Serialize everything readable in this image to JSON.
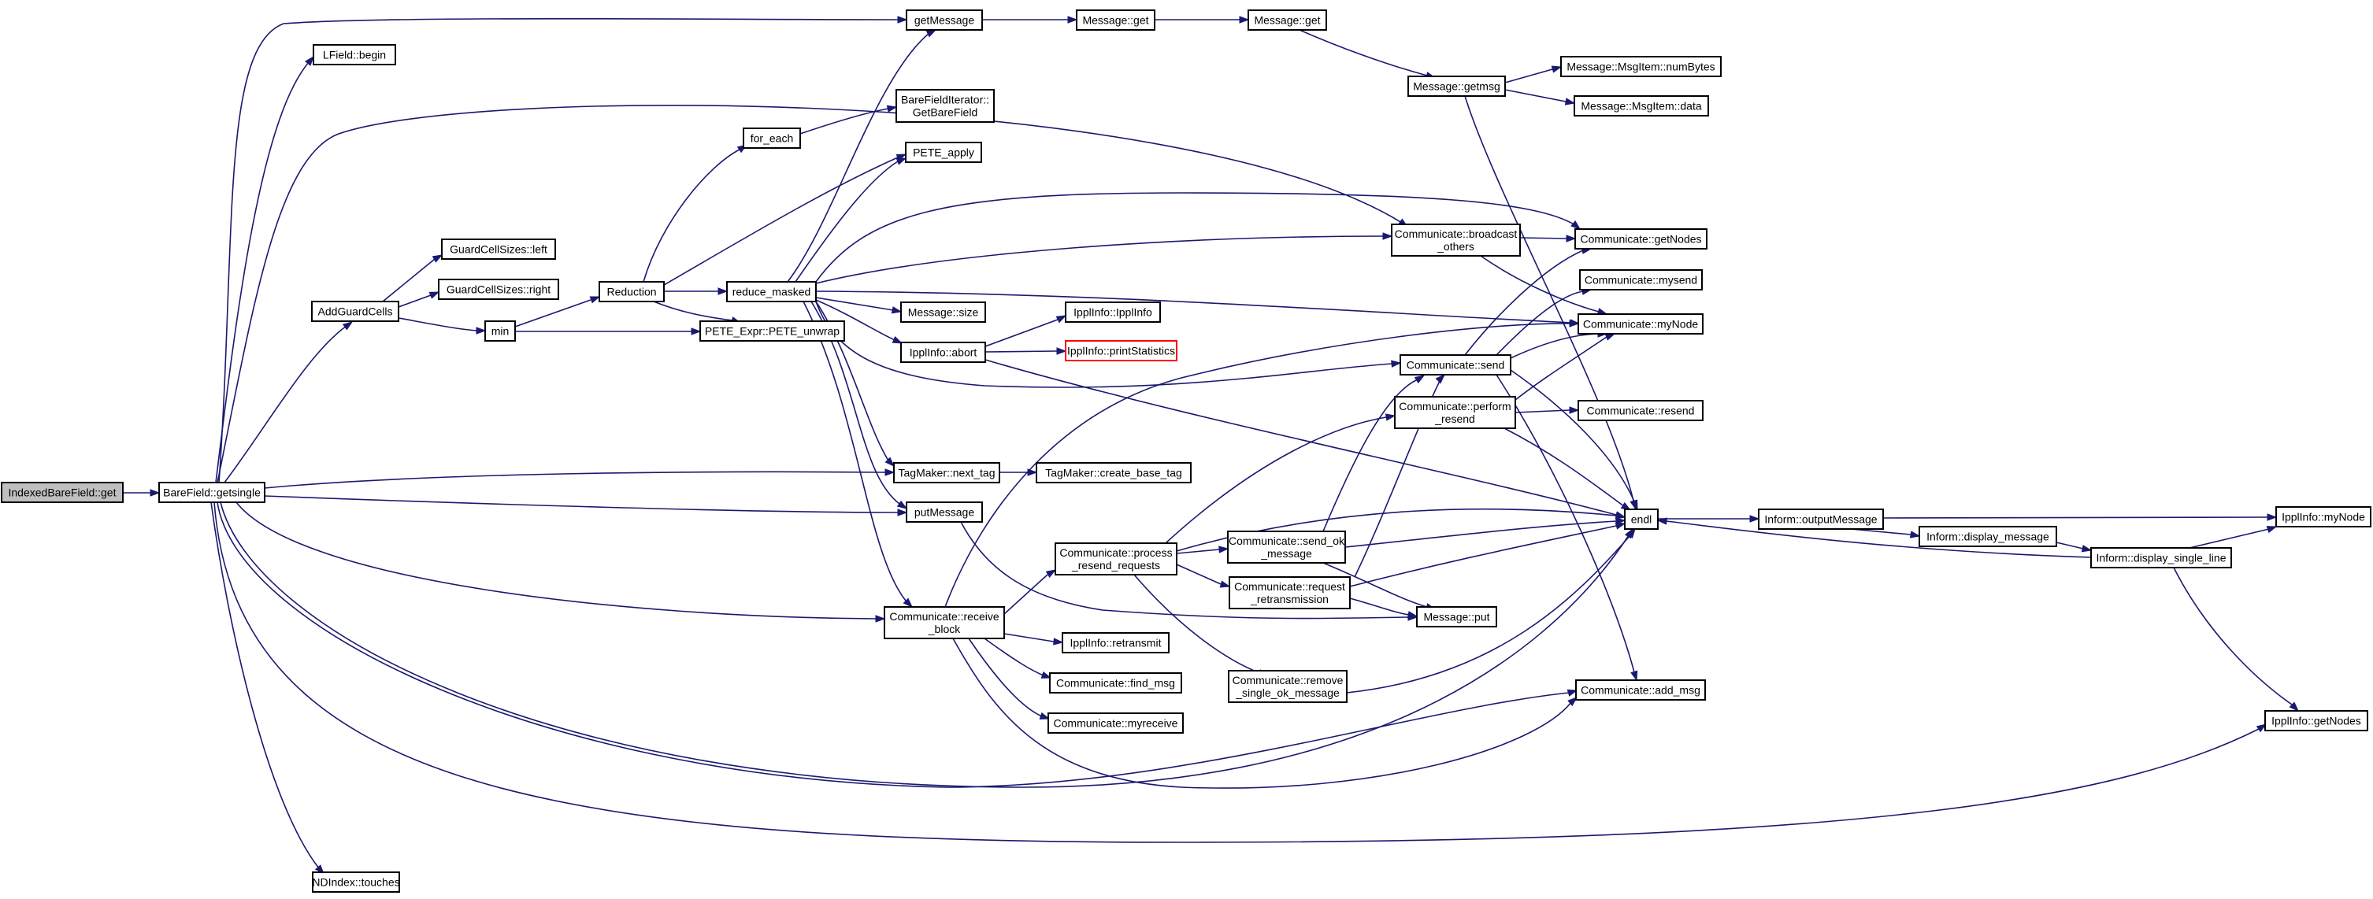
{
  "colors": {
    "edge": "#191970",
    "root_fill": "#bfbfbf",
    "warning_border": "#ff0000"
  },
  "nodes": {
    "indexedbarefield_get": {
      "lines": [
        "IndexedBareField::get"
      ]
    },
    "barefield_getsingle": {
      "lines": [
        "BareField::getsingle"
      ]
    },
    "getmessage": {
      "lines": [
        "getMessage"
      ]
    },
    "lfield_begin": {
      "lines": [
        "LField::begin"
      ]
    },
    "message_get_1": {
      "lines": [
        "Message::get"
      ]
    },
    "message_get_2": {
      "lines": [
        "Message::get"
      ]
    },
    "message_getmsg": {
      "lines": [
        "Message::getmsg"
      ]
    },
    "msgitem_numbytes": {
      "lines": [
        "Message::MsgItem::numBytes"
      ]
    },
    "msgitem_data": {
      "lines": [
        "Message::MsgItem::data"
      ]
    },
    "for_each": {
      "lines": [
        "for_each"
      ]
    },
    "barefielditerator": {
      "lines": [
        "BareFieldIterator::",
        "GetBareField"
      ]
    },
    "pete_apply": {
      "lines": [
        "PETE_apply"
      ]
    },
    "guardcellsizes_left": {
      "lines": [
        "GuardCellSizes::left"
      ]
    },
    "guardcellsizes_right": {
      "lines": [
        "GuardCellSizes::right"
      ]
    },
    "addguardcells": {
      "lines": [
        "AddGuardCells"
      ]
    },
    "reduction": {
      "lines": [
        "Reduction"
      ]
    },
    "reduce_masked": {
      "lines": [
        "reduce_masked"
      ]
    },
    "min": {
      "lines": [
        "min"
      ]
    },
    "pete_expr_unwrap": {
      "lines": [
        "PETE_Expr::PETE_unwrap"
      ]
    },
    "message_size": {
      "lines": [
        "Message::size"
      ]
    },
    "ipplinfo_ipplinfo": {
      "lines": [
        "IpplInfo::IpplInfo"
      ]
    },
    "ipplinfo_abort": {
      "lines": [
        "IpplInfo::abort"
      ]
    },
    "ipplinfo_printstatistics": {
      "lines": [
        "IpplInfo::printStatistics"
      ]
    },
    "communicate_broadcast": {
      "lines": [
        "Communicate::broadcast",
        "_others"
      ]
    },
    "communicate_getnodes": {
      "lines": [
        "Communicate::getNodes"
      ]
    },
    "communicate_mysend": {
      "lines": [
        "Communicate::mysend"
      ]
    },
    "communicate_mynode": {
      "lines": [
        "Communicate::myNode"
      ]
    },
    "communicate_send": {
      "lines": [
        "Communicate::send"
      ]
    },
    "communicate_perform_resend": {
      "lines": [
        "Communicate::perform",
        "_resend"
      ]
    },
    "communicate_resend": {
      "lines": [
        "Communicate::resend"
      ]
    },
    "tagmaker_next_tag": {
      "lines": [
        "TagMaker::next_tag"
      ]
    },
    "tagmaker_create_base_tag": {
      "lines": [
        "TagMaker::create_base_tag"
      ]
    },
    "putmessage": {
      "lines": [
        "putMessage"
      ]
    },
    "endl": {
      "lines": [
        "endl"
      ]
    },
    "inform_outputmessage": {
      "lines": [
        "Inform::outputMessage"
      ]
    },
    "inform_display_message": {
      "lines": [
        "Inform::display_message"
      ]
    },
    "inform_display_single_line": {
      "lines": [
        "Inform::display_single_line"
      ]
    },
    "ipplinfo_mynode": {
      "lines": [
        "IpplInfo::myNode"
      ]
    },
    "communicate_process_resend": {
      "lines": [
        "Communicate::process",
        "_resend_requests"
      ]
    },
    "communicate_send_ok": {
      "lines": [
        "Communicate::send_ok",
        "_message"
      ]
    },
    "communicate_request_retransmission": {
      "lines": [
        "Communicate::request",
        "_retransmission"
      ]
    },
    "message_put": {
      "lines": [
        "Message::put"
      ]
    },
    "communicate_receive_block": {
      "lines": [
        "Communicate::receive",
        "_block"
      ]
    },
    "ipplinfo_retransmit": {
      "lines": [
        "IpplInfo::retransmit"
      ]
    },
    "communicate_find_msg": {
      "lines": [
        "Communicate::find_msg"
      ]
    },
    "communicate_remove_single_ok": {
      "lines": [
        "Communicate::remove",
        "_single_ok_message"
      ]
    },
    "communicate_myreceive": {
      "lines": [
        "Communicate::myreceive"
      ]
    },
    "communicate_add_msg": {
      "lines": [
        "Communicate::add_msg"
      ]
    },
    "ipplinfo_getnodes": {
      "lines": [
        "IpplInfo::getNodes"
      ]
    },
    "ndindex_touches": {
      "lines": [
        "NDIndex::touches"
      ]
    }
  }
}
